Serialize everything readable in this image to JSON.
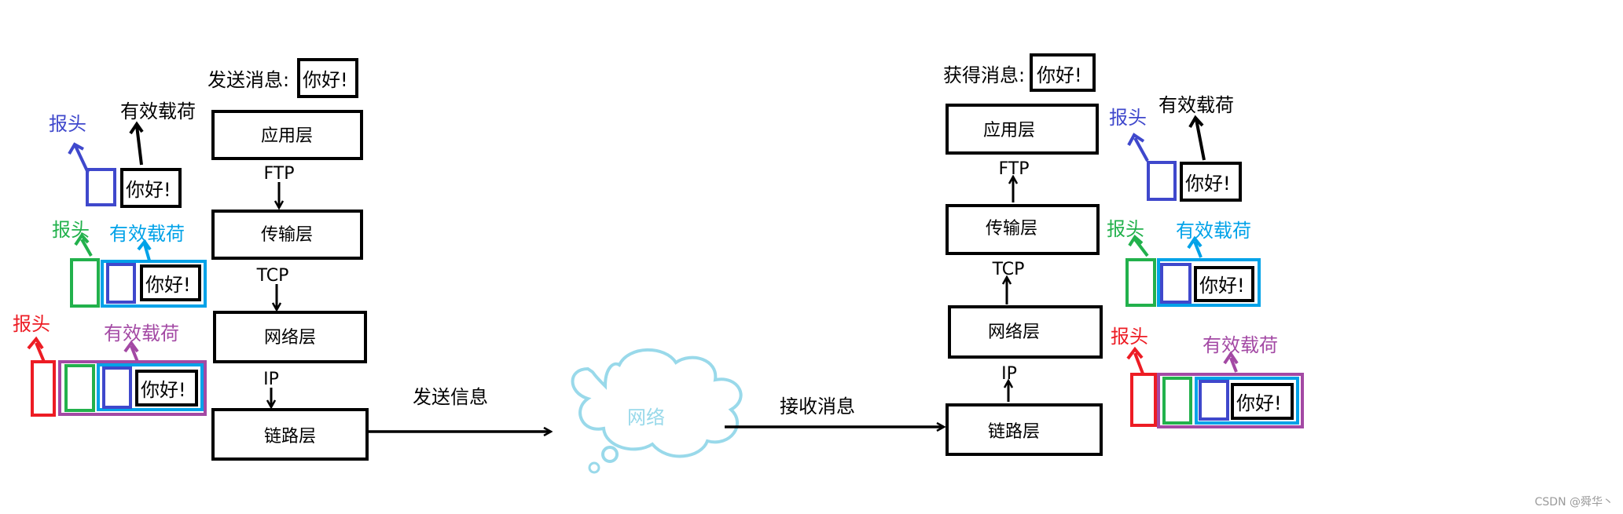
{
  "send": {
    "message_label": "发送消息:",
    "message_text": "你好!",
    "layers": [
      "应用层",
      "传输层",
      "网络层",
      "链路层"
    ],
    "protocols": [
      "FTP",
      "TCP",
      "IP"
    ],
    "link_label": "发送信息"
  },
  "network": {
    "label": "网络"
  },
  "receive": {
    "message_label": "获得消息:",
    "message_text": "你好!",
    "layers": [
      "应用层",
      "传输层",
      "网络层",
      "链路层"
    ],
    "protocols": [
      "FTP",
      "TCP",
      "IP"
    ],
    "link_label": "接收消息"
  },
  "packets": {
    "header_label": "报头",
    "payload_label": "有效载荷",
    "data_text": "你好!"
  },
  "colors": {
    "app_header": "#3f48cc",
    "transport_header": "#22b14c",
    "transport_wrap": "#00a2e8",
    "network_header": "#ed1c24",
    "network_wrap": "#a349a4",
    "line": "#000000",
    "cloud": "#99d9ea"
  },
  "watermark": "CSDN @舜华丶"
}
